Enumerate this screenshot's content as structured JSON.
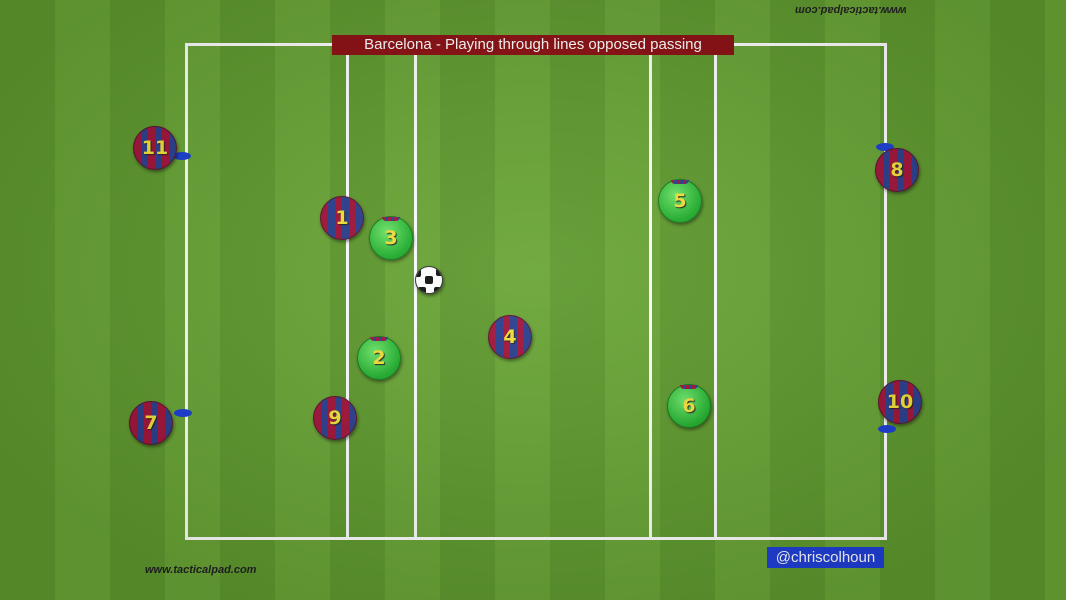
{
  "title": "Barcelona - Playing through lines opposed passing",
  "watermark_top": "www.tacticalpad.com",
  "watermark_bottom": "www.tacticalpad.com",
  "handle": "@chriscolhoun",
  "colors": {
    "title_bg": "#8b0f12",
    "handle_bg": "#1f3fd9",
    "number_color": "#f4e13a"
  },
  "players": [
    {
      "num": "11",
      "team": "barca"
    },
    {
      "num": "1",
      "team": "barca"
    },
    {
      "num": "3",
      "team": "green"
    },
    {
      "num": "5",
      "team": "green"
    },
    {
      "num": "8",
      "team": "barca"
    },
    {
      "num": "4",
      "team": "barca"
    },
    {
      "num": "2",
      "team": "green"
    },
    {
      "num": "7",
      "team": "barca"
    },
    {
      "num": "9",
      "team": "barca"
    },
    {
      "num": "6",
      "team": "green"
    },
    {
      "num": "10",
      "team": "barca"
    }
  ]
}
